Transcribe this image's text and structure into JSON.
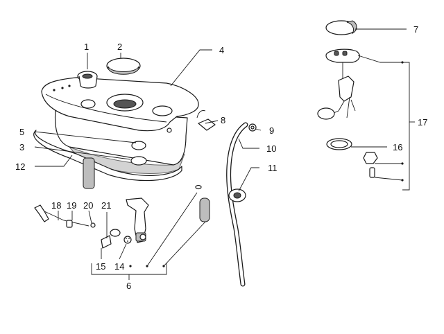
{
  "callouts": {
    "c1": "1",
    "c2": "2",
    "c3": "3",
    "c4": "4",
    "c5": "5",
    "c6": "6",
    "c7": "7",
    "c8": "8",
    "c9": "9",
    "c10": "10",
    "c11": "11",
    "c12": "12",
    "c14": "14",
    "c15": "15",
    "c16": "16",
    "c17": "17",
    "c18": "18",
    "c19": "19",
    "c20": "20",
    "c21": "21"
  }
}
